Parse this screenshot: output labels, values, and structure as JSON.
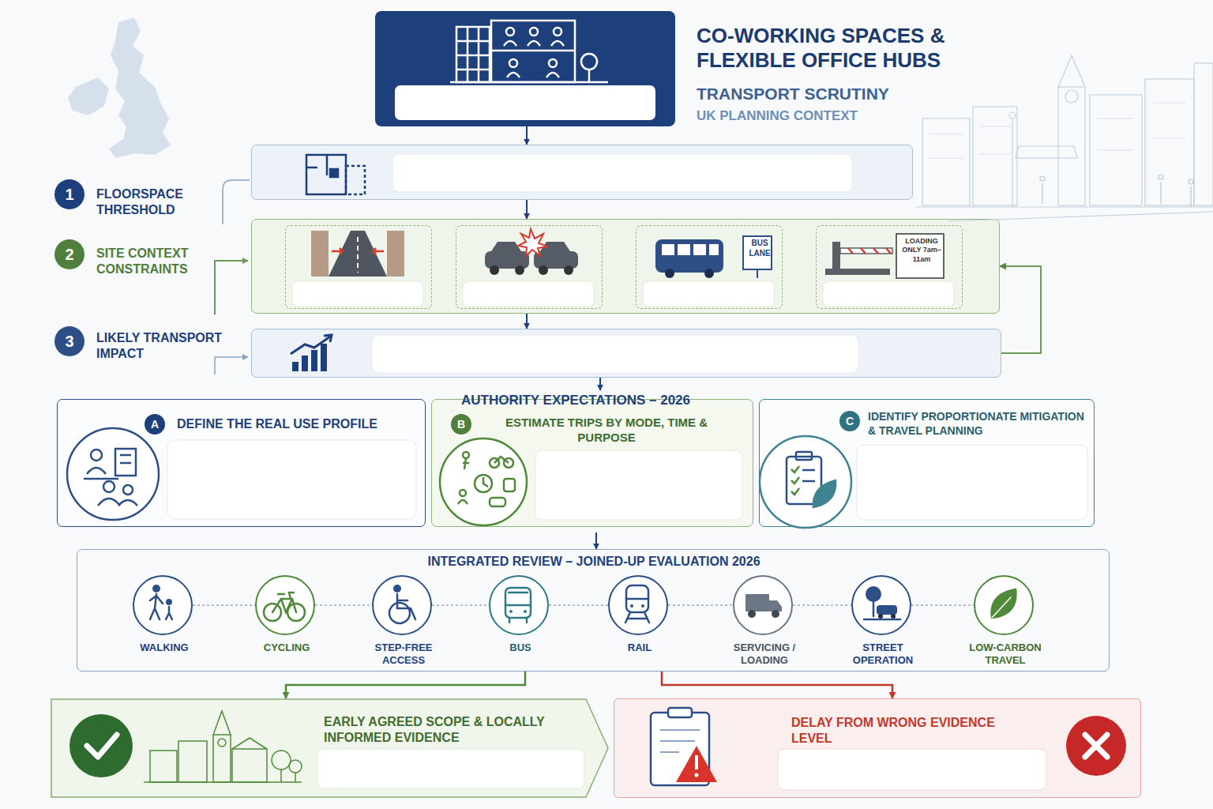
{
  "diagram": {
    "title": "CO-WORKING SPACES & FLEXIBLE OFFICE HUBS",
    "nodes": [
      {
        "text": []
      },
      {
        "text": [
          "FLOORSPACE THRESHOLD"
        ]
      },
      {
        "text": [
          "SITE CONTEXT CONSTRAINTS"
        ]
      },
      {
        "text": [],
        "in": 2
      },
      {
        "text": [],
        "in": 2
      },
      {
        "text": [
          "BUS LANE"
        ],
        "in": 2
      },
      {
        "text": [
          "LOADING ONLY 7am–11am"
        ],
        "in": 2
      },
      {
        "text": [
          "LIKELY TRANSPORT IMPACT"
        ]
      },
      {
        "text": [
          "AUTHORITY EXPECTATIONS – 2026"
        ]
      },
      {
        "text": [
          "A",
          "DEFINE THE REAL USE PROFILE"
        ],
        "in": 8
      },
      {
        "text": [
          "B",
          "ESTIMATE TRIPS BY MODE, TIME & PURPOSE"
        ],
        "in": 8
      },
      {
        "text": [
          "C",
          "IDENTIFY PROPORTIONATE MITIGATION & TRAVEL PLANNING"
        ],
        "in": 8
      },
      {
        "text": [
          "INTEGRATED REVIEW – JOINED-UP EVALUATION 2026"
        ]
      },
      {
        "text": [
          "WALKING"
        ],
        "in": 12
      },
      {
        "text": [
          "CYCLING"
        ],
        "in": 12
      },
      {
        "text": [
          "STEP-FREE ACCESS"
        ],
        "in": 12
      },
      {
        "text": [
          "BUS"
        ],
        "in": 12
      },
      {
        "text": [
          "RAIL"
        ],
        "in": 12
      },
      {
        "text": [
          "SERVICING / LOADING"
        ],
        "in": 12
      },
      {
        "text": [
          "STREET OPERATION"
        ],
        "in": 12
      },
      {
        "text": [
          "LOW-CARBON TRAVEL"
        ],
        "in": 12
      },
      {
        "text": [
          "EARLY AGREED SCOPE & LOCALLY INFORMED EVIDENCE"
        ]
      },
      {
        "text": [
          "DELAY FROM WRONG EVIDENCE LEVEL"
        ]
      }
    ],
    "edges": [
      {
        "from": 0,
        "to": 1,
        "arrow": "to"
      },
      {
        "from": 1,
        "to": 2,
        "arrow": "to"
      },
      {
        "from": 2,
        "to": 7,
        "arrow": "to"
      },
      {
        "from": 7,
        "to": 2,
        "arrow": "to"
      },
      {
        "from": 7,
        "to": 8,
        "arrow": "to"
      },
      {
        "from": 8,
        "to": 12,
        "arrow": "to"
      },
      {
        "from": 13,
        "to": 14,
        "arrow": "none"
      },
      {
        "from": 14,
        "to": 15,
        "arrow": "none"
      },
      {
        "from": 15,
        "to": 16,
        "arrow": "none"
      },
      {
        "from": 16,
        "to": 17,
        "arrow": "none"
      },
      {
        "from": 17,
        "to": 18,
        "arrow": "none"
      },
      {
        "from": 18,
        "to": 19,
        "arrow": "none"
      },
      {
        "from": 19,
        "to": 20,
        "arrow": "none"
      },
      {
        "from": 12,
        "to": 21,
        "arrow": "to"
      },
      {
        "from": 12,
        "to": 22,
        "arrow": "to"
      }
    ],
    "labels": [
      "TRANSPORT SCRUTINY",
      "UK PLANNING CONTEXT",
      "1",
      "2",
      "3"
    ]
  }
}
